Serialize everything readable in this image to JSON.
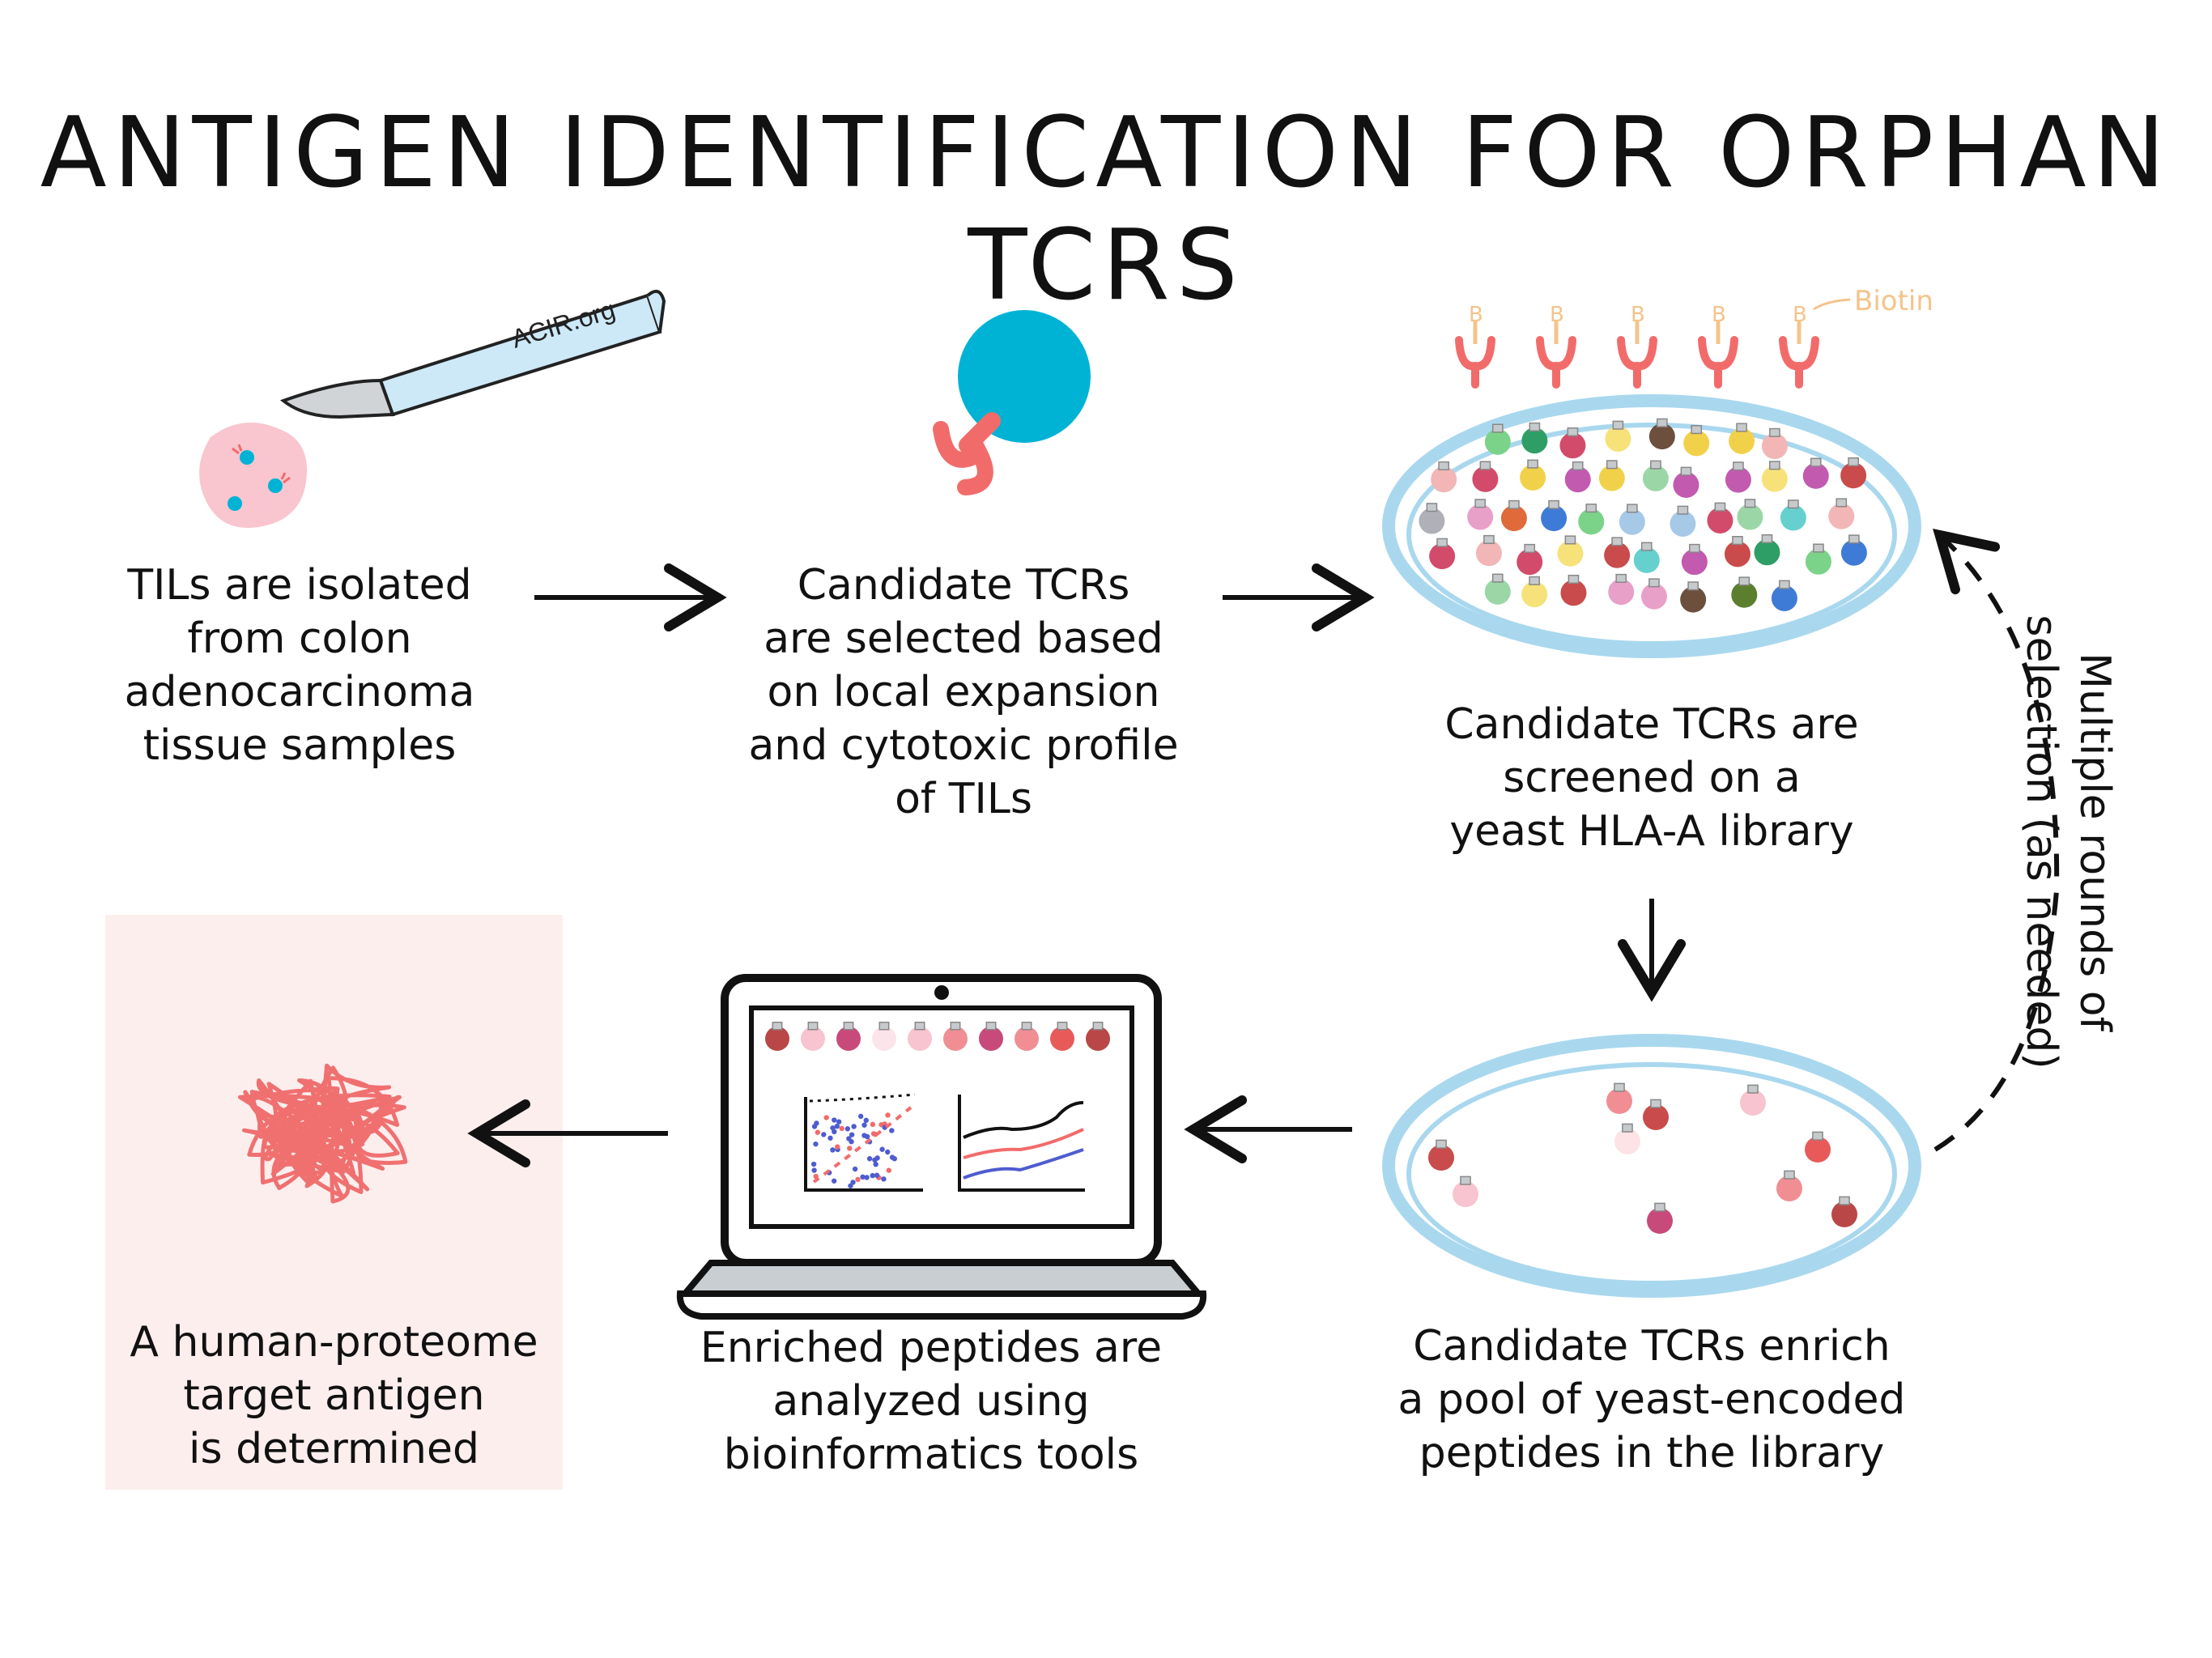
{
  "title": "Antigen Identification for Orphan TCRs",
  "watermark": "ACIR.org",
  "biotin_label": "Biotin",
  "biotin_mark": "B",
  "side_note": [
    "Multiple rounds of",
    "selection (as needed)"
  ],
  "steps": [
    {
      "lines": [
        "TILs are isolated",
        "from colon",
        "adenocarcinoma",
        "tissue samples"
      ]
    },
    {
      "lines": [
        "Candidate TCRs",
        "are selected based",
        "on local expansion",
        "and cytotoxic profile",
        "of TILs"
      ]
    },
    {
      "lines": [
        "Candidate TCRs are",
        "screened on a",
        "yeast HLA-A library"
      ]
    },
    {
      "lines": [
        "Candidate TCRs enrich",
        "a pool of yeast-encoded",
        "peptides in the library"
      ]
    },
    {
      "lines": [
        "Enriched peptides are",
        "analyzed using",
        "bioinformatics tools"
      ]
    },
    {
      "lines": [
        "A human-proteome",
        "target antigen",
        "is determined"
      ]
    }
  ],
  "colors": {
    "dish": "#a9d8ee",
    "cell": "#00b3d4",
    "tcr": "#f26b6b",
    "tissue": "#f9c5cf",
    "antigen": "#f07070",
    "biotin": "#f4c48b",
    "pinkbox": "#fdeeee"
  }
}
